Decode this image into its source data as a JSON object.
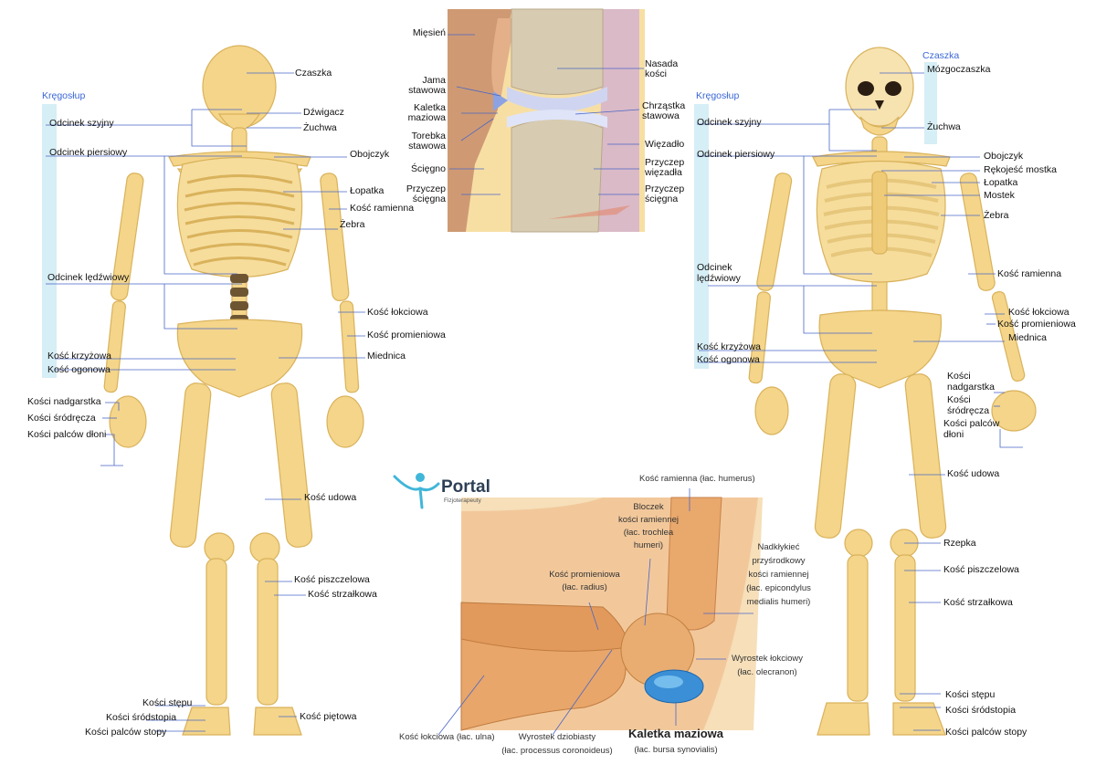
{
  "colors": {
    "bone": "#f4d58a",
    "bone_dark": "#d9b25b",
    "muscle": "#e8a871",
    "cartilage": "#cfd5f0",
    "spine_bar": "#d6eef5",
    "accent_blue": "#3a66d6",
    "bursa": "#3a8fd6"
  },
  "logo": {
    "title": "Portal",
    "subtitle": "Fizjoterapeuty",
    "icon": "person-figure-icon"
  },
  "left": {
    "spine_header": "Kręgosłup",
    "left_labels": [
      "Odcinek szyjny",
      "Odcinek piersiowy",
      "Odcinek lędźwiowy",
      "Kość krzyżowa",
      "Kość ogonowa",
      "Kości nadgarstka",
      "Kości śródręcza",
      "Kości palców dłoni"
    ],
    "right_labels": [
      "Czaszka",
      "Dźwigacz",
      "Żuchwa",
      "Obojczyk",
      "Łopatka",
      "Kość ramienna",
      "Żebra",
      "Kość łokciowa",
      "Kość promieniowa",
      "Miednica",
      "Kość udowa",
      "Kość piszczelowa",
      "Kość strzałkowa",
      "Kość piętowa"
    ],
    "foot_labels": [
      "Kości stępu",
      "Kości śródstopia",
      "Kości palców stopy"
    ]
  },
  "right": {
    "spine_header": "Kręgosłup",
    "skull_header": "Czaszka",
    "left_labels": [
      "Odcinek szyjny",
      "Odcinek piersiowy",
      "Odcinek",
      "lędźwiowy",
      "Kość krzyżowa",
      "Kość ogonowa"
    ],
    "right_labels": [
      "Mózgoczaszka",
      "Żuchwa",
      "Obojczyk",
      "Rękojeść mostka",
      "Łopatka",
      "Mostek",
      "Żebra",
      "Kość ramienna",
      "Kość łokciowa",
      "Kość promieniowa",
      "Miednica",
      "Kości",
      "nadgarstka",
      "Kości",
      "śródręcza",
      "Kości palców",
      "dłoni",
      "Kość udowa",
      "Rzepka",
      "Kość piszczelowa",
      "Kość strzałkowa",
      "Kości stępu",
      "Kości śródstopia",
      "Kości palców stopy"
    ]
  },
  "knee": {
    "left_labels": [
      "Mięsień",
      "Jama",
      "stawowa",
      "Kaletka",
      "maziowa",
      "Torebka",
      "stawowa",
      "Ścięgno",
      "Przyczep",
      "ścięgna"
    ],
    "right_labels": [
      "Nasada",
      "kości",
      "Chrząstka",
      "stawowa",
      "Więzadło",
      "Przyczep",
      "więzadła",
      "Przyczep",
      "ścięgna"
    ]
  },
  "elbow": {
    "humerus": "Kość ramienna (łac. humerus)",
    "trochlea": [
      "Bloczek",
      "kości ramiennej",
      "(łac. trochlea",
      "humeri)"
    ],
    "radius": [
      "Kość promieniowa",
      "(łac. radius)"
    ],
    "epicondyle": [
      "Nadkłykieć",
      "przyśrodkowy",
      "kości ramiennej",
      "(łac. epicondylus",
      "medialis humeri)"
    ],
    "olecranon": [
      "Wyrostek łokciowy",
      "(łac. olecranon)"
    ],
    "ulna": "Kość łokciowa (łac. ulna)",
    "coronoid": [
      "Wyrostek dziobiasty",
      "(łac. processus coronoideus)"
    ],
    "bursa_title": "Kaletka maziowa",
    "bursa_latin": "(łac. bursa synovialis)"
  }
}
